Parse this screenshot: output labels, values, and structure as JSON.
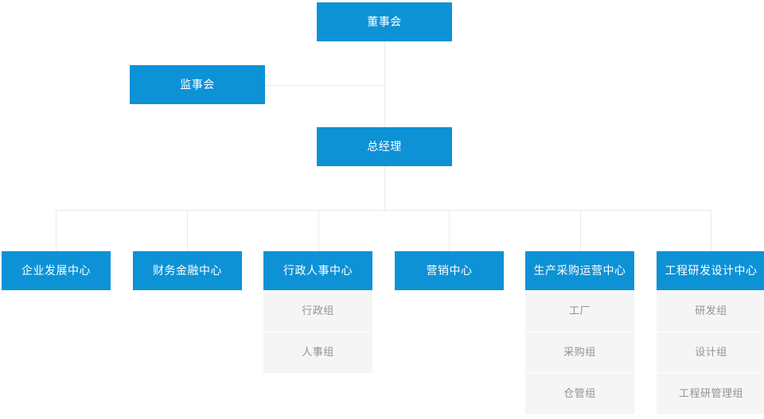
{
  "chart_title": "",
  "colors": {
    "primary_box": "#0d92d6",
    "primary_text": "#ffffff",
    "sub_box": "#f5f5f5",
    "sub_text": "#909399",
    "connector": "#e8eaec",
    "background": "#ffffff"
  },
  "nodes": {
    "board": {
      "label": "董事会"
    },
    "supervisors": {
      "label": "监事会"
    },
    "general_manager": {
      "label": "总经理"
    }
  },
  "departments": [
    {
      "label": "企业发展中心",
      "children": []
    },
    {
      "label": "财务金融中心",
      "children": []
    },
    {
      "label": "行政人事中心",
      "children": [
        {
          "label": "行政组"
        },
        {
          "label": "人事组"
        }
      ]
    },
    {
      "label": "营销中心",
      "children": []
    },
    {
      "label": "生产采购运营中心",
      "children": [
        {
          "label": "工厂"
        },
        {
          "label": "采购组"
        },
        {
          "label": "仓管组"
        }
      ]
    },
    {
      "label": "工程研发设计中心",
      "children": [
        {
          "label": "研发组"
        },
        {
          "label": "设计组"
        },
        {
          "label": "工程研管理组"
        }
      ]
    }
  ]
}
